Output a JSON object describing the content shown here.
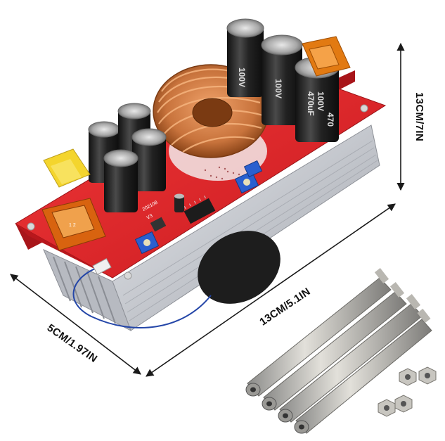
{
  "dimensions": {
    "height": "13CM/7IN",
    "length": "13CM/5.1IN",
    "width": "5CM/1.97IN"
  },
  "board": {
    "capacitor_voltage": "100V",
    "capacitor_capacity": "470uF",
    "capacitor_side_value": "470",
    "marking": "202108",
    "version": "V3"
  },
  "colors": {
    "pcb": "#e8262b",
    "heatsink": "#c9ccd2",
    "copper": "#c8733c",
    "capacitor": "#2a2a2a",
    "fuse": "#f4d21c",
    "dimension_line": "#1a1a1a"
  }
}
